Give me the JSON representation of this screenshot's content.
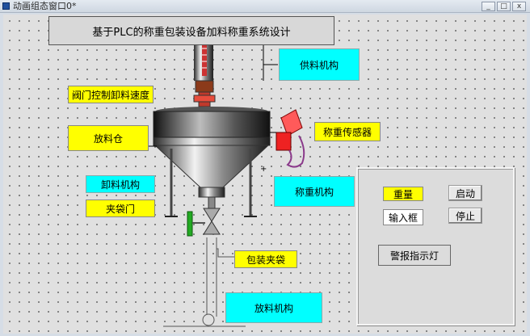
{
  "window": {
    "title": "动画组态窗口0*",
    "min": "_",
    "max": "□",
    "close": "x"
  },
  "header": {
    "title": "基于PLC的称重包装设备加料称重系统设计"
  },
  "labels": {
    "feeder": "供料机构",
    "valve_speed": "阀门控制卸料速度",
    "hopper": "放料仓",
    "sensor": "称重传感器",
    "unloading": "卸料机构",
    "weighing": "称重机构",
    "bag_gate": "夹袋门",
    "bag_clamp": "包装夹袋",
    "discharge": "放料机构"
  },
  "panel": {
    "weight_label": "重量",
    "weight_input_value": "输入框",
    "start_button": "启动",
    "stop_button": "停止",
    "alarm_label": "警报指示灯"
  },
  "colors": {
    "yellow": "#ffff00",
    "cyan": "#00ffff",
    "lamp_cyan": "#00e5ff",
    "lamp_red": "#ff1010"
  }
}
